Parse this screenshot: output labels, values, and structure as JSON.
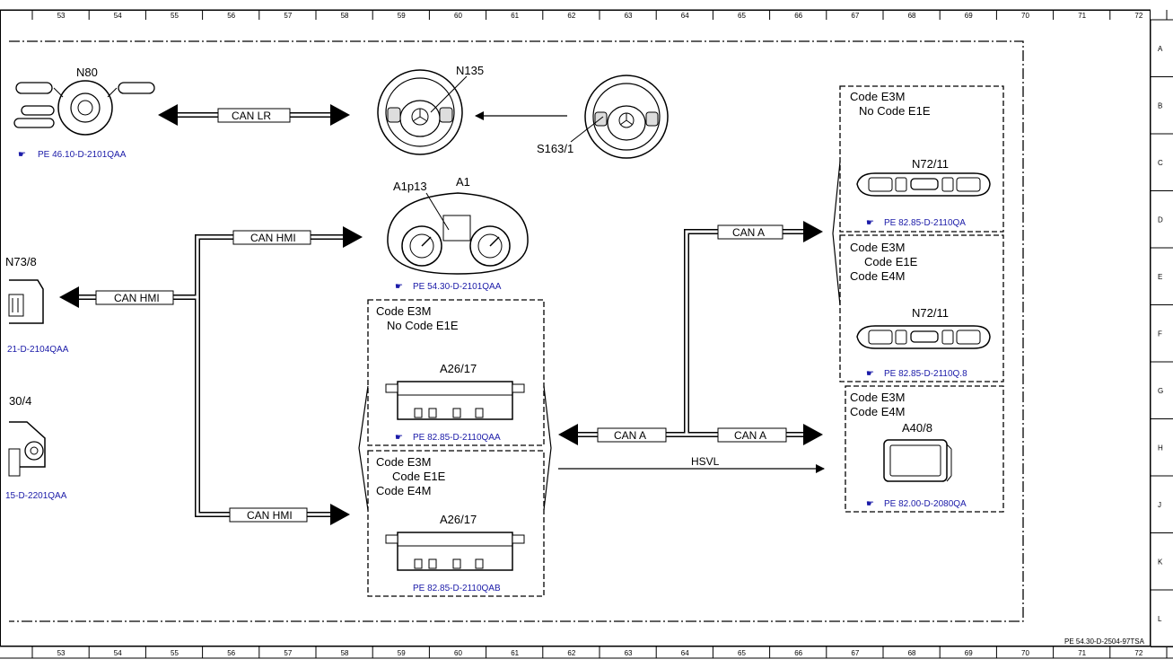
{
  "ruler": {
    "columns": [
      "53",
      "54",
      "55",
      "56",
      "57",
      "58",
      "59",
      "60",
      "61",
      "62",
      "63",
      "64",
      "65",
      "66",
      "67",
      "68",
      "69",
      "70",
      "71",
      "72"
    ],
    "rows": [
      "A",
      "B",
      "C",
      "D",
      "E",
      "F",
      "G",
      "H",
      "J",
      "K",
      "L"
    ]
  },
  "components": {
    "n80": "N80",
    "n135": "N135",
    "s163_1": "S163/1",
    "a1": "A1",
    "a1p13": "A1p13",
    "n73_8": "N73/8",
    "n30_4": "30/4",
    "a26_17_top": "A26/17",
    "a26_17_bottom": "A26/17",
    "n72_11_top": "N72/11",
    "n72_11_bottom": "N72/11",
    "a40_8": "A40/8"
  },
  "buses": {
    "can_lr": "CAN LR",
    "can_hmi_top": "CAN HMI",
    "can_hmi_left": "CAN HMI",
    "can_hmi_bottom": "CAN HMI",
    "can_a_top": "CAN A",
    "can_a_mid_left": "CAN A",
    "can_a_mid_right": "CAN A",
    "hsvl": "HSVL"
  },
  "references": {
    "n80": "PE 46.10-D-2101QAA",
    "a1": "PE 54.30-D-2101QAA",
    "n73_8": "21-D-2104QAA",
    "n30_4": "15-D-2201QAA",
    "a26_17_top": "PE 82.85-D-2110QAA",
    "a26_17_bottom": "PE 82.85-D-2110QAB",
    "n72_11_top": "PE 82.85-D-2110QA",
    "n72_11_bottom": "PE 82.85-D-2110Q.8",
    "a40_8": "PE 82.00-D-2080QA"
  },
  "code_boxes": {
    "a26_top": [
      "Code E3M",
      "No Code E1E"
    ],
    "a26_bottom": [
      "Code E3M",
      "Code E1E",
      "Code E4M"
    ],
    "n72_top": [
      "Code E3M",
      "No Code E1E"
    ],
    "n72_bottom": [
      "Code E3M",
      "Code E1E",
      "Code E4M"
    ],
    "a40": [
      "Code E3M",
      "Code E4M"
    ]
  },
  "footer": {
    "sheet_ref": "PE 54.30-D-2504-97TSA"
  },
  "colors": {
    "reference_link": "#1a1aa8",
    "line": "#000000"
  }
}
